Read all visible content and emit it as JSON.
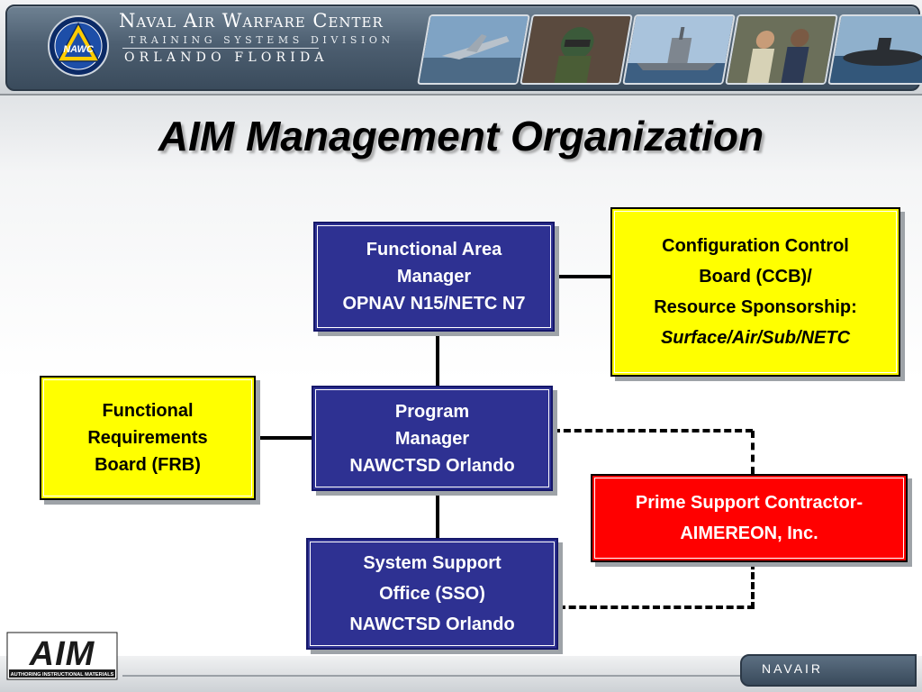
{
  "header": {
    "title": "Naval Air Warfare Center",
    "subtitle": "TRAINING SYSTEMS DIVISION",
    "location": "ORLANDO FLORIDA",
    "seal_text": "NAWC"
  },
  "slide": {
    "title": "AIM Management Organization"
  },
  "boxes": {
    "functional_area_manager": [
      "Functional Area",
      "Manager",
      "OPNAV N15/NETC N7"
    ],
    "ccb": [
      "Configuration Control",
      "Board (CCB)/",
      "Resource Sponsorship:"
    ],
    "ccb_italic": "Surface/Air/Sub/NETC",
    "frb": [
      "Functional",
      "Requirements",
      "Board (FRB)"
    ],
    "program_manager": [
      "Program",
      "Manager",
      "NAWCTSD Orlando"
    ],
    "prime_support": [
      "Prime Support Contractor-",
      "AIMEREON, Inc."
    ],
    "sso": [
      "System Support",
      "Office (SSO)",
      "NAWCTSD Orlando"
    ]
  },
  "footer": {
    "aim_logo_text": "AIM",
    "aim_logo_caption": "AUTHORING INSTRUCTIONAL MATERIALS",
    "navair_text": "NAVAIR"
  },
  "colors": {
    "blue_box": "#2e3192",
    "yellow_box": "#ffff00",
    "red_box": "#ff0000",
    "banner": "#4d5f71"
  }
}
